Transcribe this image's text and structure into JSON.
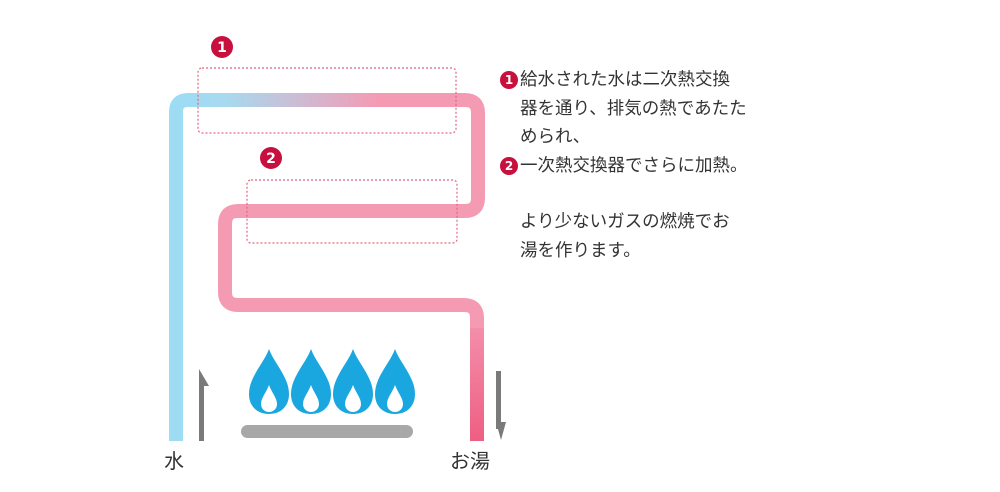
{
  "labels": {
    "water": "水",
    "hot_water": "お湯"
  },
  "markers": {
    "step1": "1",
    "step2": "2"
  },
  "description": {
    "step1_lines": [
      "給水された水は二次熱交換",
      "器を通り、排気の熱であたた",
      "められ、"
    ],
    "step2_line": "一次熱交換器でさらに加熱。",
    "summary_lines": [
      "より少ないガスの燃焼でお",
      "湯を作ります。"
    ]
  },
  "colors": {
    "cold_pipe": "#9edcf3",
    "hot_pipe": "#f59ab3",
    "hot_pipe_deep": "#ee5f83",
    "marker": "#c8103e",
    "dotted_box": "#e0677f",
    "flame": "#1aa7e0",
    "burner": "#a8a8a8",
    "arrow": "#7a7a7a"
  },
  "icons": [
    "flame-icon",
    "burner-plate",
    "up-arrow-icon",
    "down-arrow-icon"
  ]
}
